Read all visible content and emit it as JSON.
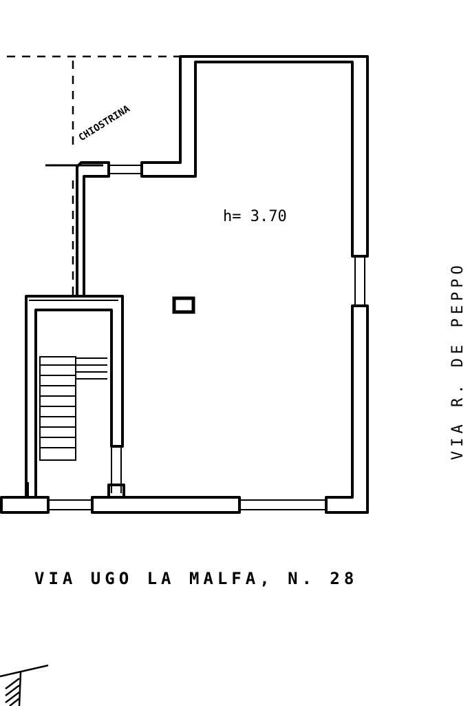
{
  "plan": {
    "courtyard_label": "CHIOSTRINA",
    "ceiling_height": "h= 3.70",
    "street_side": "VIA R. DE PEPPO",
    "street_front": "VIA UGO LA MALFA, N. 28"
  },
  "colors": {
    "ink": "#000000",
    "paper": "#ffffff"
  }
}
